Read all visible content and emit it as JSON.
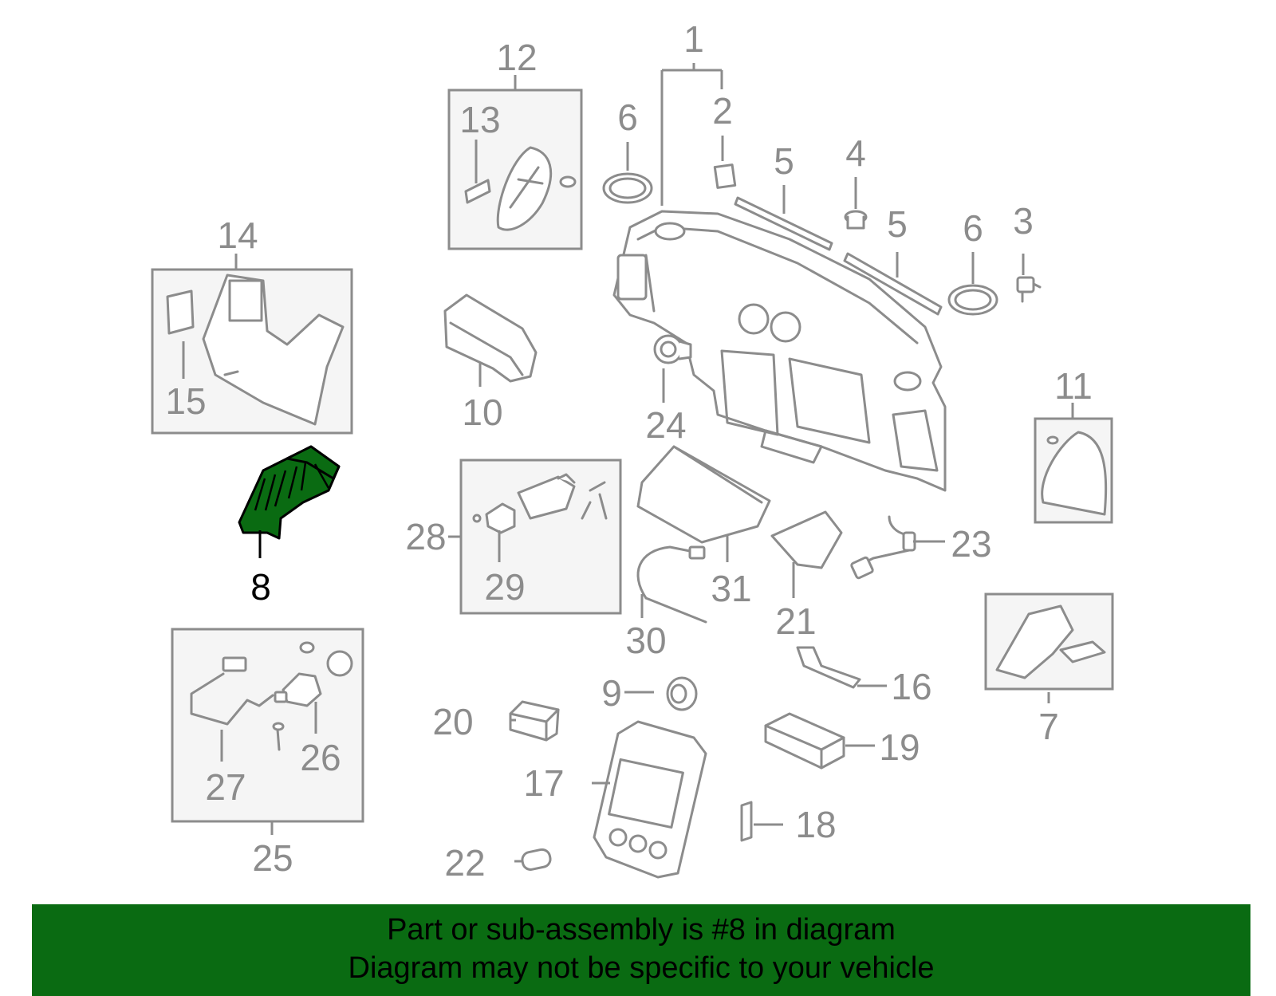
{
  "colors": {
    "highlight": "#0a6b12",
    "line_gray": "#8c8c8c",
    "box_fill": "#f5f5f5",
    "banner_text": "#000000"
  },
  "highlighted_part": "8",
  "callouts": [
    {
      "id": "1",
      "label": "1"
    },
    {
      "id": "2",
      "label": "2"
    },
    {
      "id": "3",
      "label": "3"
    },
    {
      "id": "4",
      "label": "4"
    },
    {
      "id": "5a",
      "label": "5"
    },
    {
      "id": "5b",
      "label": "5"
    },
    {
      "id": "6a",
      "label": "6"
    },
    {
      "id": "6b",
      "label": "6"
    },
    {
      "id": "7",
      "label": "7"
    },
    {
      "id": "8",
      "label": "8"
    },
    {
      "id": "9",
      "label": "9"
    },
    {
      "id": "10",
      "label": "10"
    },
    {
      "id": "11",
      "label": "11"
    },
    {
      "id": "12",
      "label": "12"
    },
    {
      "id": "13",
      "label": "13"
    },
    {
      "id": "14",
      "label": "14"
    },
    {
      "id": "15",
      "label": "15"
    },
    {
      "id": "16",
      "label": "16"
    },
    {
      "id": "17",
      "label": "17"
    },
    {
      "id": "18",
      "label": "18"
    },
    {
      "id": "19",
      "label": "19"
    },
    {
      "id": "20",
      "label": "20"
    },
    {
      "id": "21",
      "label": "21"
    },
    {
      "id": "22",
      "label": "22"
    },
    {
      "id": "23",
      "label": "23"
    },
    {
      "id": "24",
      "label": "24"
    },
    {
      "id": "25",
      "label": "25"
    },
    {
      "id": "26",
      "label": "26"
    },
    {
      "id": "27",
      "label": "27"
    },
    {
      "id": "28",
      "label": "28"
    },
    {
      "id": "29",
      "label": "29"
    },
    {
      "id": "30",
      "label": "30"
    },
    {
      "id": "31",
      "label": "31"
    }
  ],
  "banner": {
    "line1": "Part or sub-assembly is #8 in diagram",
    "line2": "Diagram may not be specific to your vehicle"
  }
}
